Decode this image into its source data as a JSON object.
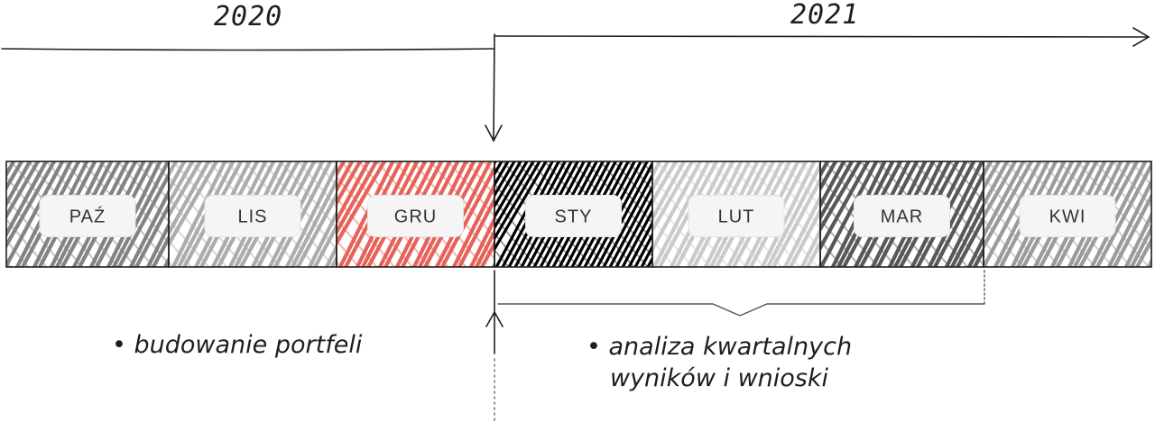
{
  "years": {
    "left": "2020",
    "right": "2021"
  },
  "months": [
    {
      "label": "PAŹ",
      "color": "#5a5a5a",
      "hatch_opacity": 0.75
    },
    {
      "label": "LIS",
      "color": "#8a8a8a",
      "hatch_opacity": 0.7
    },
    {
      "label": "GRU",
      "color": "#e2483d",
      "hatch_opacity": 0.85
    },
    {
      "label": "STY",
      "color": "#000000",
      "hatch_opacity": 1.0
    },
    {
      "label": "LUT",
      "color": "#b5b5b5",
      "hatch_opacity": 0.7
    },
    {
      "label": "MAR",
      "color": "#3c3c3c",
      "hatch_opacity": 0.85
    },
    {
      "label": "KWI",
      "color": "#7a7a7a",
      "hatch_opacity": 0.75
    }
  ],
  "notes": {
    "left": [
      "• budowanie portfeli"
    ],
    "right": [
      "• analiza kwartalnych",
      "wyników i wnioski"
    ]
  },
  "colors": {
    "stroke": "#1e1e1e",
    "accent": "#e2483d"
  }
}
